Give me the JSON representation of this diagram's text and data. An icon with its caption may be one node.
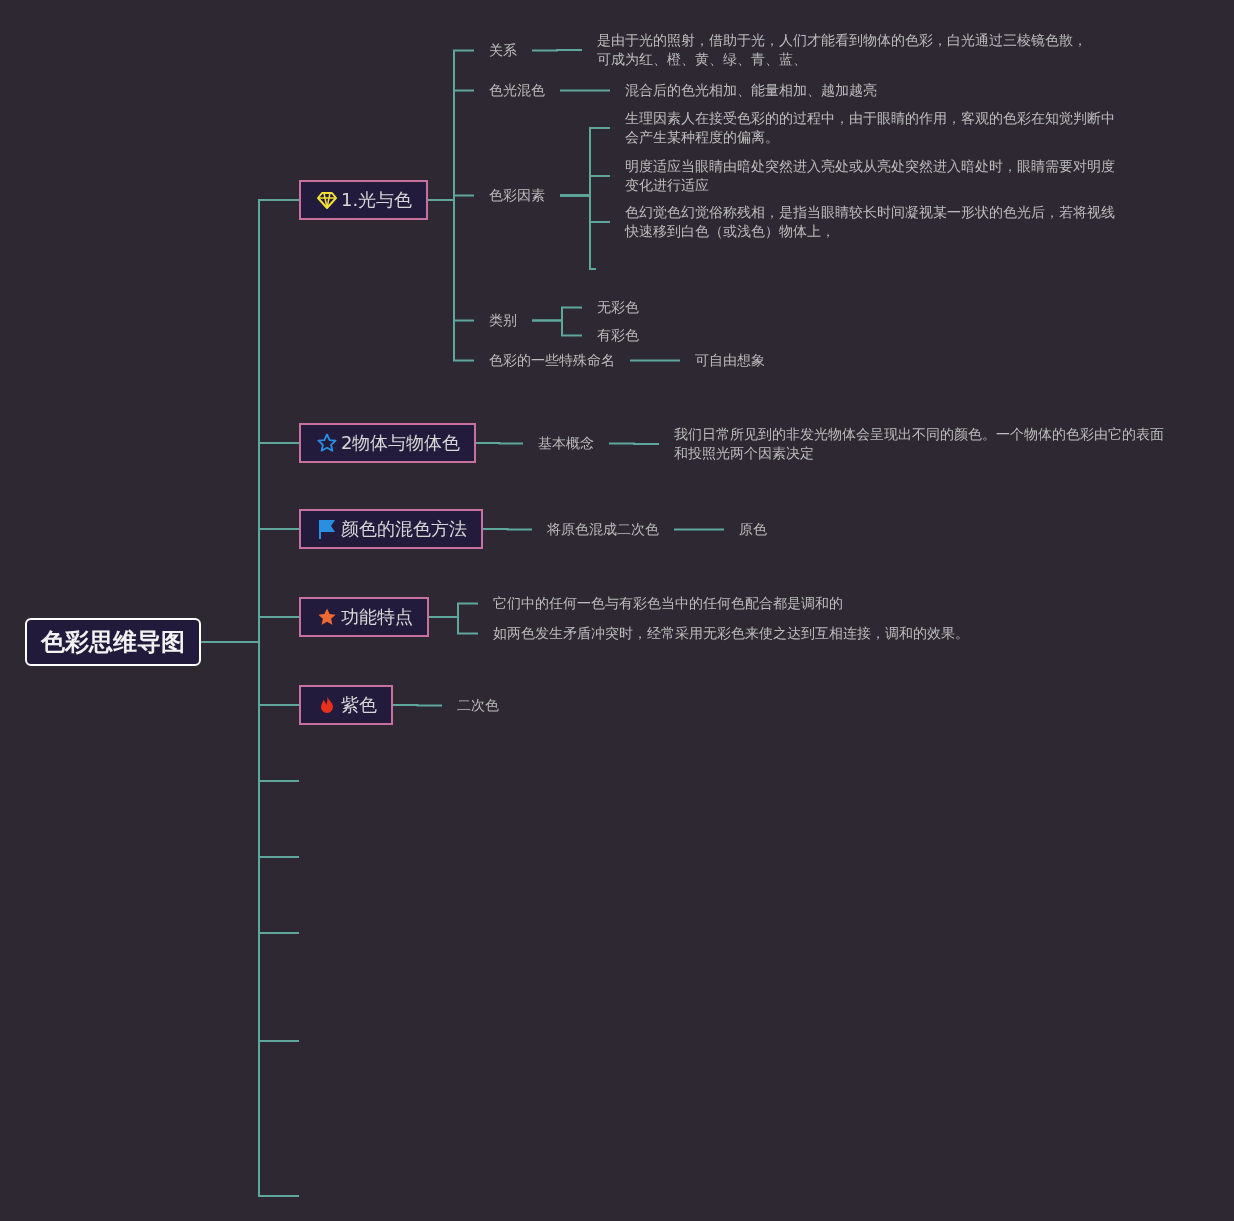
{
  "diagram": {
    "nodes": [
      {
        "text": [
          "色彩思维导图"
        ]
      },
      {
        "text": [
          "1.光与色"
        ]
      },
      {
        "text": [
          "关系"
        ]
      },
      {
        "text": [
          "是由于光的照射，借助于光，人们才能看到物体的色彩，白光通过三棱镜色散，可成为红、橙、黄、绿、青、蓝、"
        ]
      },
      {
        "text": [
          "色光混色"
        ]
      },
      {
        "text": [
          "混合后的色光相加、能量相加、越加越亮"
        ]
      },
      {
        "text": [
          "色彩因素"
        ]
      },
      {
        "text": [
          "生理因素人在接受色彩的的过程中，由于眼睛的作用，客观的色彩在知觉判断中会产生某种程度的偏离。"
        ]
      },
      {
        "text": [
          "明度适应当眼睛由暗处突然进入亮处或从亮处突然进入暗处时，眼睛需要对明度变化进行适应"
        ]
      },
      {
        "text": [
          "色幻觉色幻觉俗称残相，是指当眼睛较长时间凝视某一形状的色光后，若将视线快速移到白色（或浅色）物体上，"
        ]
      },
      {
        "text": [
          "类别"
        ]
      },
      {
        "text": [
          "无彩色"
        ]
      },
      {
        "text": [
          "有彩色"
        ]
      },
      {
        "text": [
          "色彩的一些特殊命名"
        ]
      },
      {
        "text": [
          "可自由想象"
        ]
      },
      {
        "text": [
          "2物体与物体色"
        ]
      },
      {
        "text": [
          "基本概念"
        ]
      },
      {
        "text": [
          "我们日常所见到的非发光物体会呈现出不同的颜色。一个物体的色彩由它的表面和投照光两个因素决定"
        ]
      },
      {
        "text": [
          "颜色的混色方法"
        ]
      },
      {
        "text": [
          "将原色混成二次色"
        ]
      },
      {
        "text": [
          "原色"
        ]
      },
      {
        "text": [
          "功能特点"
        ]
      },
      {
        "text": [
          "它们中的任何一色与有彩色当中的任何色配合都是调和的"
        ]
      },
      {
        "text": [
          "如两色发生矛盾冲突时，经常采用无彩色来使之达到互相连接，调和的效果。"
        ]
      },
      {
        "text": [
          "紫色"
        ]
      },
      {
        "text": [
          "二次色"
        ]
      }
    ],
    "edges": [
      {
        "from": 0,
        "to": 1,
        "arrow": "none"
      },
      {
        "from": 1,
        "to": 2,
        "arrow": "none"
      },
      {
        "from": 2,
        "to": 3,
        "arrow": "none"
      },
      {
        "from": 1,
        "to": 4,
        "arrow": "none"
      },
      {
        "from": 4,
        "to": 5,
        "arrow": "none"
      },
      {
        "from": 1,
        "to": 6,
        "arrow": "none"
      },
      {
        "from": 6,
        "to": 7,
        "arrow": "none"
      },
      {
        "from": 6,
        "to": 8,
        "arrow": "none"
      },
      {
        "from": 6,
        "to": 9,
        "arrow": "none"
      },
      {
        "from": 6,
        "to": null,
        "arrow": "none"
      },
      {
        "from": 1,
        "to": 10,
        "arrow": "none"
      },
      {
        "from": 10,
        "to": 11,
        "arrow": "none"
      },
      {
        "from": 10,
        "to": 12,
        "arrow": "none"
      },
      {
        "from": 1,
        "to": 13,
        "arrow": "none"
      },
      {
        "from": 13,
        "to": 14,
        "arrow": "none"
      },
      {
        "from": 0,
        "to": 15,
        "arrow": "none"
      },
      {
        "from": 15,
        "to": 16,
        "arrow": "none"
      },
      {
        "from": 16,
        "to": 17,
        "arrow": "none"
      },
      {
        "from": 0,
        "to": 18,
        "arrow": "none"
      },
      {
        "from": 18,
        "to": 19,
        "arrow": "none"
      },
      {
        "from": 19,
        "to": 20,
        "arrow": "none"
      },
      {
        "from": 0,
        "to": 21,
        "arrow": "none"
      },
      {
        "from": 21,
        "to": 22,
        "arrow": "none"
      },
      {
        "from": 21,
        "to": 23,
        "arrow": "none"
      },
      {
        "from": 0,
        "to": 24,
        "arrow": "none"
      },
      {
        "from": 24,
        "to": 25,
        "arrow": "none"
      },
      {
        "from": 0,
        "to": null,
        "arrow": "none"
      },
      {
        "from": 0,
        "to": null,
        "arrow": "none"
      },
      {
        "from": 0,
        "to": null,
        "arrow": "none"
      },
      {
        "from": 0,
        "to": null,
        "arrow": "none"
      },
      {
        "from": 0,
        "to": null,
        "arrow": "none"
      }
    ]
  }
}
